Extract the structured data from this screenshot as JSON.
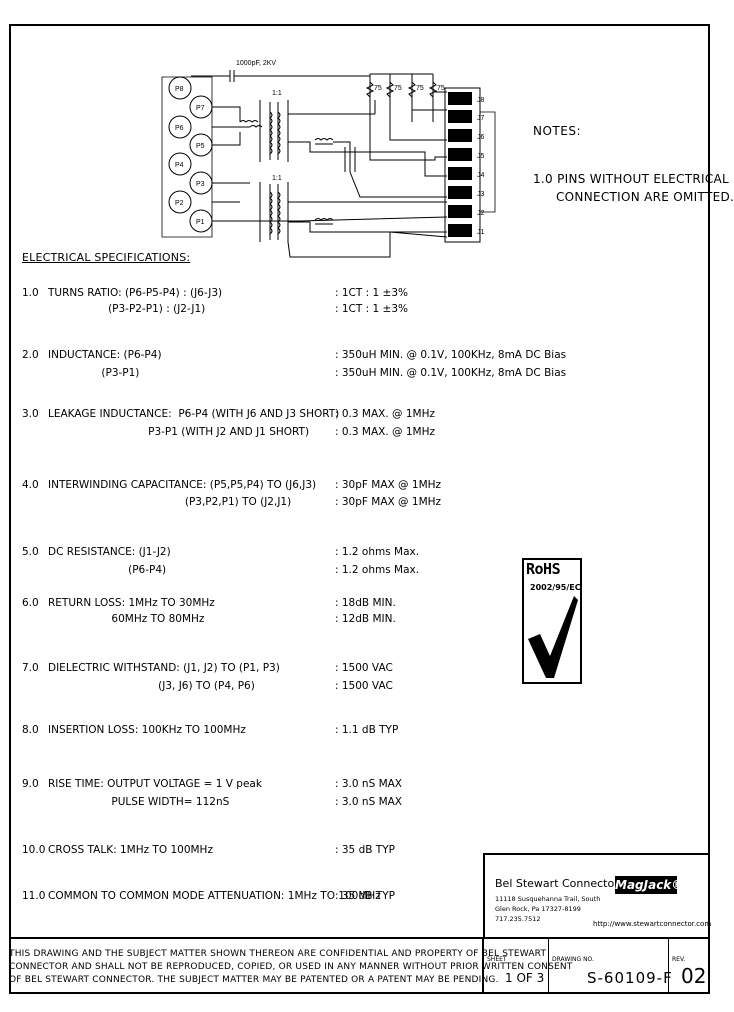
{
  "schematic": {
    "capacitor_label": "1000pF, 2KV",
    "transformer_ratio_top": "1:1",
    "transformer_ratio_bottom": "1:1",
    "pins_left": [
      "P8",
      "P7",
      "P6",
      "P5",
      "P4",
      "P3",
      "P2",
      "P1"
    ],
    "resistors": [
      "75",
      "75",
      "75",
      "75"
    ],
    "pins_right": [
      "J8",
      "J7",
      "J6",
      "J5",
      "J4",
      "J3",
      "J2",
      "J1"
    ]
  },
  "notes": {
    "title": "NOTES:",
    "line1": "1.0  PINS WITHOUT ELECTRICAL",
    "line2": "CONNECTION ARE OMITTED."
  },
  "spec_heading": "ELECTRICAL SPECIFICATIONS:",
  "specs": [
    {
      "num": "1.0",
      "label": "TURNS RATIO: (P6-P5-P4) : (J6-J3)",
      "value": ": 1CT : 1 ±3%"
    },
    {
      "num": "",
      "label": "                  (P3-P2-P1) : (J2-J1)",
      "value": ": 1CT : 1 ±3%"
    },
    {
      "num": "2.0",
      "label": "INDUCTANCE: (P6-P4)",
      "value": ": 350uH MIN. @ 0.1V, 100KHz, 8mA DC Bias"
    },
    {
      "num": "",
      "label": "                (P3-P1)",
      "value": ": 350uH MIN. @ 0.1V, 100KHz, 8mA DC Bias"
    },
    {
      "num": "3.0",
      "label": "LEAKAGE INDUCTANCE:  P6-P4 (WITH J6 AND J3 SHORT)",
      "value": ": 0.3 MAX. @ 1MHz"
    },
    {
      "num": "",
      "label": "                              P3-P1 (WITH J2 AND J1 SHORT)",
      "value": ": 0.3 MAX. @ 1MHz"
    },
    {
      "num": "4.0",
      "label": "INTERWINDING CAPACITANCE: (P5,P5,P4) TO (J6,J3)",
      "value": ": 30pF MAX @ 1MHz"
    },
    {
      "num": "",
      "label": "                                         (P3,P2,P1) TO (J2,J1)",
      "value": ": 30pF MAX @ 1MHz"
    },
    {
      "num": "5.0",
      "label": "DC RESISTANCE: (J1-J2)",
      "value": ": 1.2 ohms Max."
    },
    {
      "num": "",
      "label": "                        (P6-P4)",
      "value": ": 1.2 ohms Max."
    },
    {
      "num": "6.0",
      "label": "RETURN LOSS: 1MHz TO 30MHz",
      "value": ": 18dB MIN."
    },
    {
      "num": "",
      "label": "                   60MHz TO 80MHz",
      "value": ": 12dB MIN."
    },
    {
      "num": "7.0",
      "label": "DIELECTRIC WITHSTAND: (J1, J2) TO (P1, P3)",
      "value": ": 1500 VAC"
    },
    {
      "num": "",
      "label": "                                 (J3, J6) TO (P4, P6)",
      "value": ": 1500 VAC"
    },
    {
      "num": "8.0",
      "label": "INSERTION LOSS: 100KHz TO 100MHz",
      "value": ": 1.1 dB TYP"
    },
    {
      "num": "9.0",
      "label": "RISE TIME: OUTPUT VOLTAGE = 1 V peak",
      "value": ": 3.0 nS MAX"
    },
    {
      "num": "",
      "label": "                   PULSE WIDTH= 112nS",
      "value": ": 3.0 nS MAX"
    },
    {
      "num": "10.0",
      "label": "CROSS TALK: 1MHz TO 100MHz",
      "value": ": 35 dB TYP"
    },
    {
      "num": "11.0",
      "label": "COMMON TO COMMON MODE ATTENUATION: 1MHz TO 100MHz",
      "value": ": 35 dB TYP"
    }
  ],
  "rohs": {
    "title": "RoHS",
    "directive": "2002/95/EC"
  },
  "title_block": {
    "company": "Bel Stewart Connector",
    "addr1": "11118 Susquehanna Trail, South",
    "addr2": "Glen Rock, Pa  17327-8199",
    "addr3": "717.235.7512",
    "brand": "MagJack®",
    "website": "http://www.stewartconnector.com",
    "sheet_label": "SHEET",
    "sheet_value": "1 OF 3",
    "drawing_label": "DRAWING NO.",
    "drawing_value": "S-60109-F",
    "rev_label": "REV.",
    "rev_value": "02"
  },
  "confidential": {
    "line1": "THIS DRAWING AND THE SUBJECT MATTER SHOWN THEREON ARE CONFIDENTIAL AND PROPERTY OF BEL STEWART",
    "line2": "CONNECTOR AND SHALL NOT BE REPRODUCED, COPIED, OR USED IN ANY MANNER WITHOUT PRIOR WRITTEN CONSENT",
    "line3": "OF BEL STEWART CONNECTOR.  THE SUBJECT MATTER MAY BE PATENTED OR A PATENT MAY BE PENDING."
  }
}
